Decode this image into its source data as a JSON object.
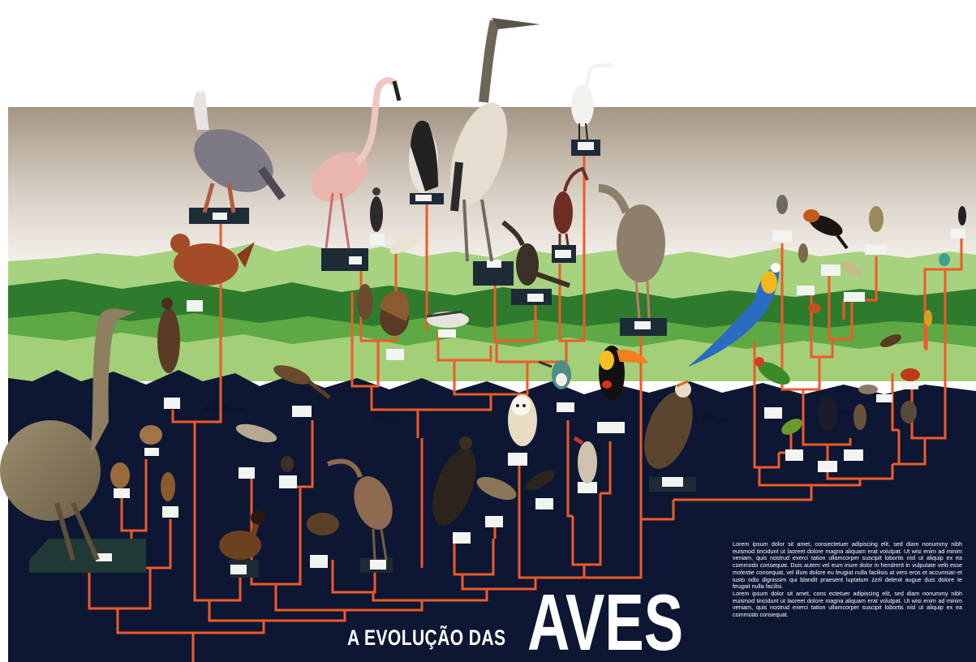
{
  "title": {
    "prefix": "A EVOLUÇÃO DAS",
    "main": "AVES"
  },
  "description": {
    "paragraph_1": "Lorem ipsum dolor sit amet, consectetuer adipiscing elit, sed diam nonummy nibh euismod tincidunt ut laoreet dolore magna aliquam erat volutpat. Ut wisi enim ad minim veniam, quis nostrud exerci tation ullamcorper suscipit lobortis nisl ut aliquip ex ea commodo consequat. Duis autem vel eum iriure dolor in hendrerit in vulputate velit esse molestie consequat, vel illum dolore eu feugiat nulla facilisis at vero eros et accumsan et iusto odio dignissim qui blandit praesent luptatum zzril delenit augue duis dolore te feugait nulla facilisi.",
    "paragraph_2": "Lorem ipsum dolor sit amet, cons ectetuer adipiscing elit, sed diam nonummy nibh euismod tincidunt ut laoreet dolore magna aliquam erat volutpat. Ut wisi enim ad minim veniam, quis nostrud exerci tation ullamcorper suscipit lobortis nisl ut aliquip ex ea commodo consequat."
  },
  "colors": {
    "tree_lines": "#f05a28",
    "night_ground": "#0d1733",
    "sky_top": "#a59684",
    "grass_light": "#a3d17c",
    "grass_mid": "#5fa845",
    "grass_dark": "#2f7a2c",
    "text": "#ffffff"
  },
  "specimens": [
    {
      "name": "rhea",
      "kind": "ratite-icon"
    },
    {
      "name": "tinamou-1",
      "kind": "small-ground-bird-icon"
    },
    {
      "name": "tinamou-2",
      "kind": "small-ground-bird-icon"
    },
    {
      "name": "tinamou-3",
      "kind": "small-ground-bird-icon"
    },
    {
      "name": "screamer",
      "kind": "large-waterfowl-icon"
    },
    {
      "name": "chicken",
      "kind": "galliform-icon"
    },
    {
      "name": "guan",
      "kind": "galliform-icon"
    },
    {
      "name": "duck",
      "kind": "duck-icon"
    },
    {
      "name": "flamingo",
      "kind": "flamingo-icon"
    },
    {
      "name": "grebe",
      "kind": "waterbird-icon"
    },
    {
      "name": "penguin",
      "kind": "penguin-icon"
    },
    {
      "name": "stork",
      "kind": "stork-icon"
    },
    {
      "name": "egret",
      "kind": "heron-icon"
    },
    {
      "name": "ibis",
      "kind": "ibis-icon"
    },
    {
      "name": "cormorant",
      "kind": "cormorant-icon"
    },
    {
      "name": "heron",
      "kind": "heron-icon"
    },
    {
      "name": "sunbittern",
      "kind": "wader-icon"
    },
    {
      "name": "gull",
      "kind": "seabird-icon"
    },
    {
      "name": "cuckoo",
      "kind": "perching-bird-icon"
    },
    {
      "name": "nightjar",
      "kind": "perching-bird-icon"
    },
    {
      "name": "limpkin",
      "kind": "wader-icon"
    },
    {
      "name": "vulture",
      "kind": "raptor-icon"
    },
    {
      "name": "hawk",
      "kind": "raptor-icon"
    },
    {
      "name": "owl",
      "kind": "owl-icon"
    },
    {
      "name": "kingfisher",
      "kind": "kingfisher-icon"
    },
    {
      "name": "toucan",
      "kind": "toucan-icon"
    },
    {
      "name": "woodpecker",
      "kind": "woodpecker-icon"
    },
    {
      "name": "caracara",
      "kind": "raptor-icon"
    },
    {
      "name": "macaw",
      "kind": "parrot-icon"
    },
    {
      "name": "parrot",
      "kind": "parrot-icon"
    },
    {
      "name": "songbirds",
      "kind": "songbird-icon"
    }
  ]
}
